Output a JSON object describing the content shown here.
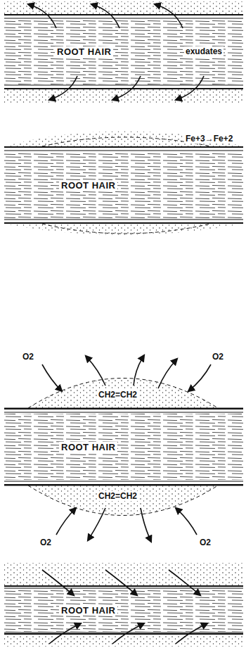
{
  "diagram": {
    "nodes": [
      {
        "text": [
          "ROOT HAIR"
        ]
      },
      {
        "text": [
          "ROOT HAIR"
        ]
      },
      {
        "text": [
          "ROOT HAIR"
        ]
      },
      {
        "text": [
          "ROOT HAIR"
        ]
      }
    ],
    "labels": [
      "exudates",
      "Fe+3→Fe+2",
      "O2",
      "O2",
      "CH2=CH2",
      "CH2=CH2",
      "O2",
      "O2"
    ]
  }
}
